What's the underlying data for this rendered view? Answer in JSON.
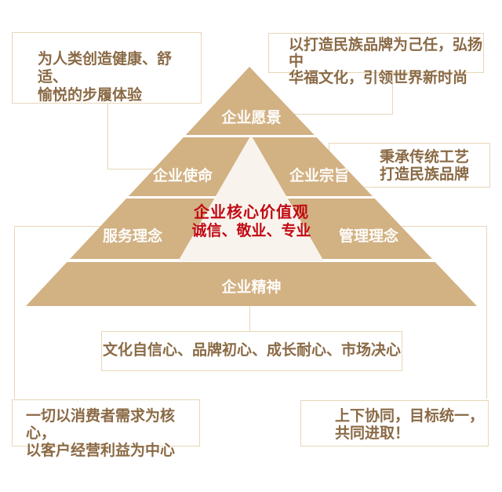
{
  "pyramid": {
    "levels": [
      {
        "label": "企业愿景"
      },
      {
        "left": "企业使命",
        "right": "企业宗旨"
      },
      {
        "left": "服务理念",
        "right": "管理理念"
      },
      {
        "label": "企业精神"
      }
    ],
    "core": {
      "title": "企业核心价值观",
      "values": "诚信、敬业、专业"
    }
  },
  "boxes": {
    "top_left": {
      "line1": "为人类创造健康、舒适、",
      "line2": "愉悦的步履体验"
    },
    "top_right": {
      "line1": "以打造民族品牌为己任，弘扬中",
      "line2": "华福文化，引领世界新时尚"
    },
    "right_mid": {
      "line1": "秉承传统工艺",
      "line2": "打造民族品牌"
    },
    "bottom_mid": {
      "line1": "文化自信心、品牌初心、成长耐心、市场决心"
    },
    "bottom_left": {
      "line1": "一切以消费者需求为核心，",
      "line2": "以客户经营利益为中心"
    },
    "bottom_right": {
      "line1": "上下协同，目标统一，",
      "line2": "共同进取！"
    }
  },
  "colors": {
    "pyramid_tan": "#d2b183",
    "inner_cream": "#f8f4ed",
    "border_tan": "#e9d6b8",
    "text_brown": "#8a6a45",
    "text_red": "#c10a14",
    "text_white": "#fdfcf9",
    "background": "#ffffff"
  }
}
